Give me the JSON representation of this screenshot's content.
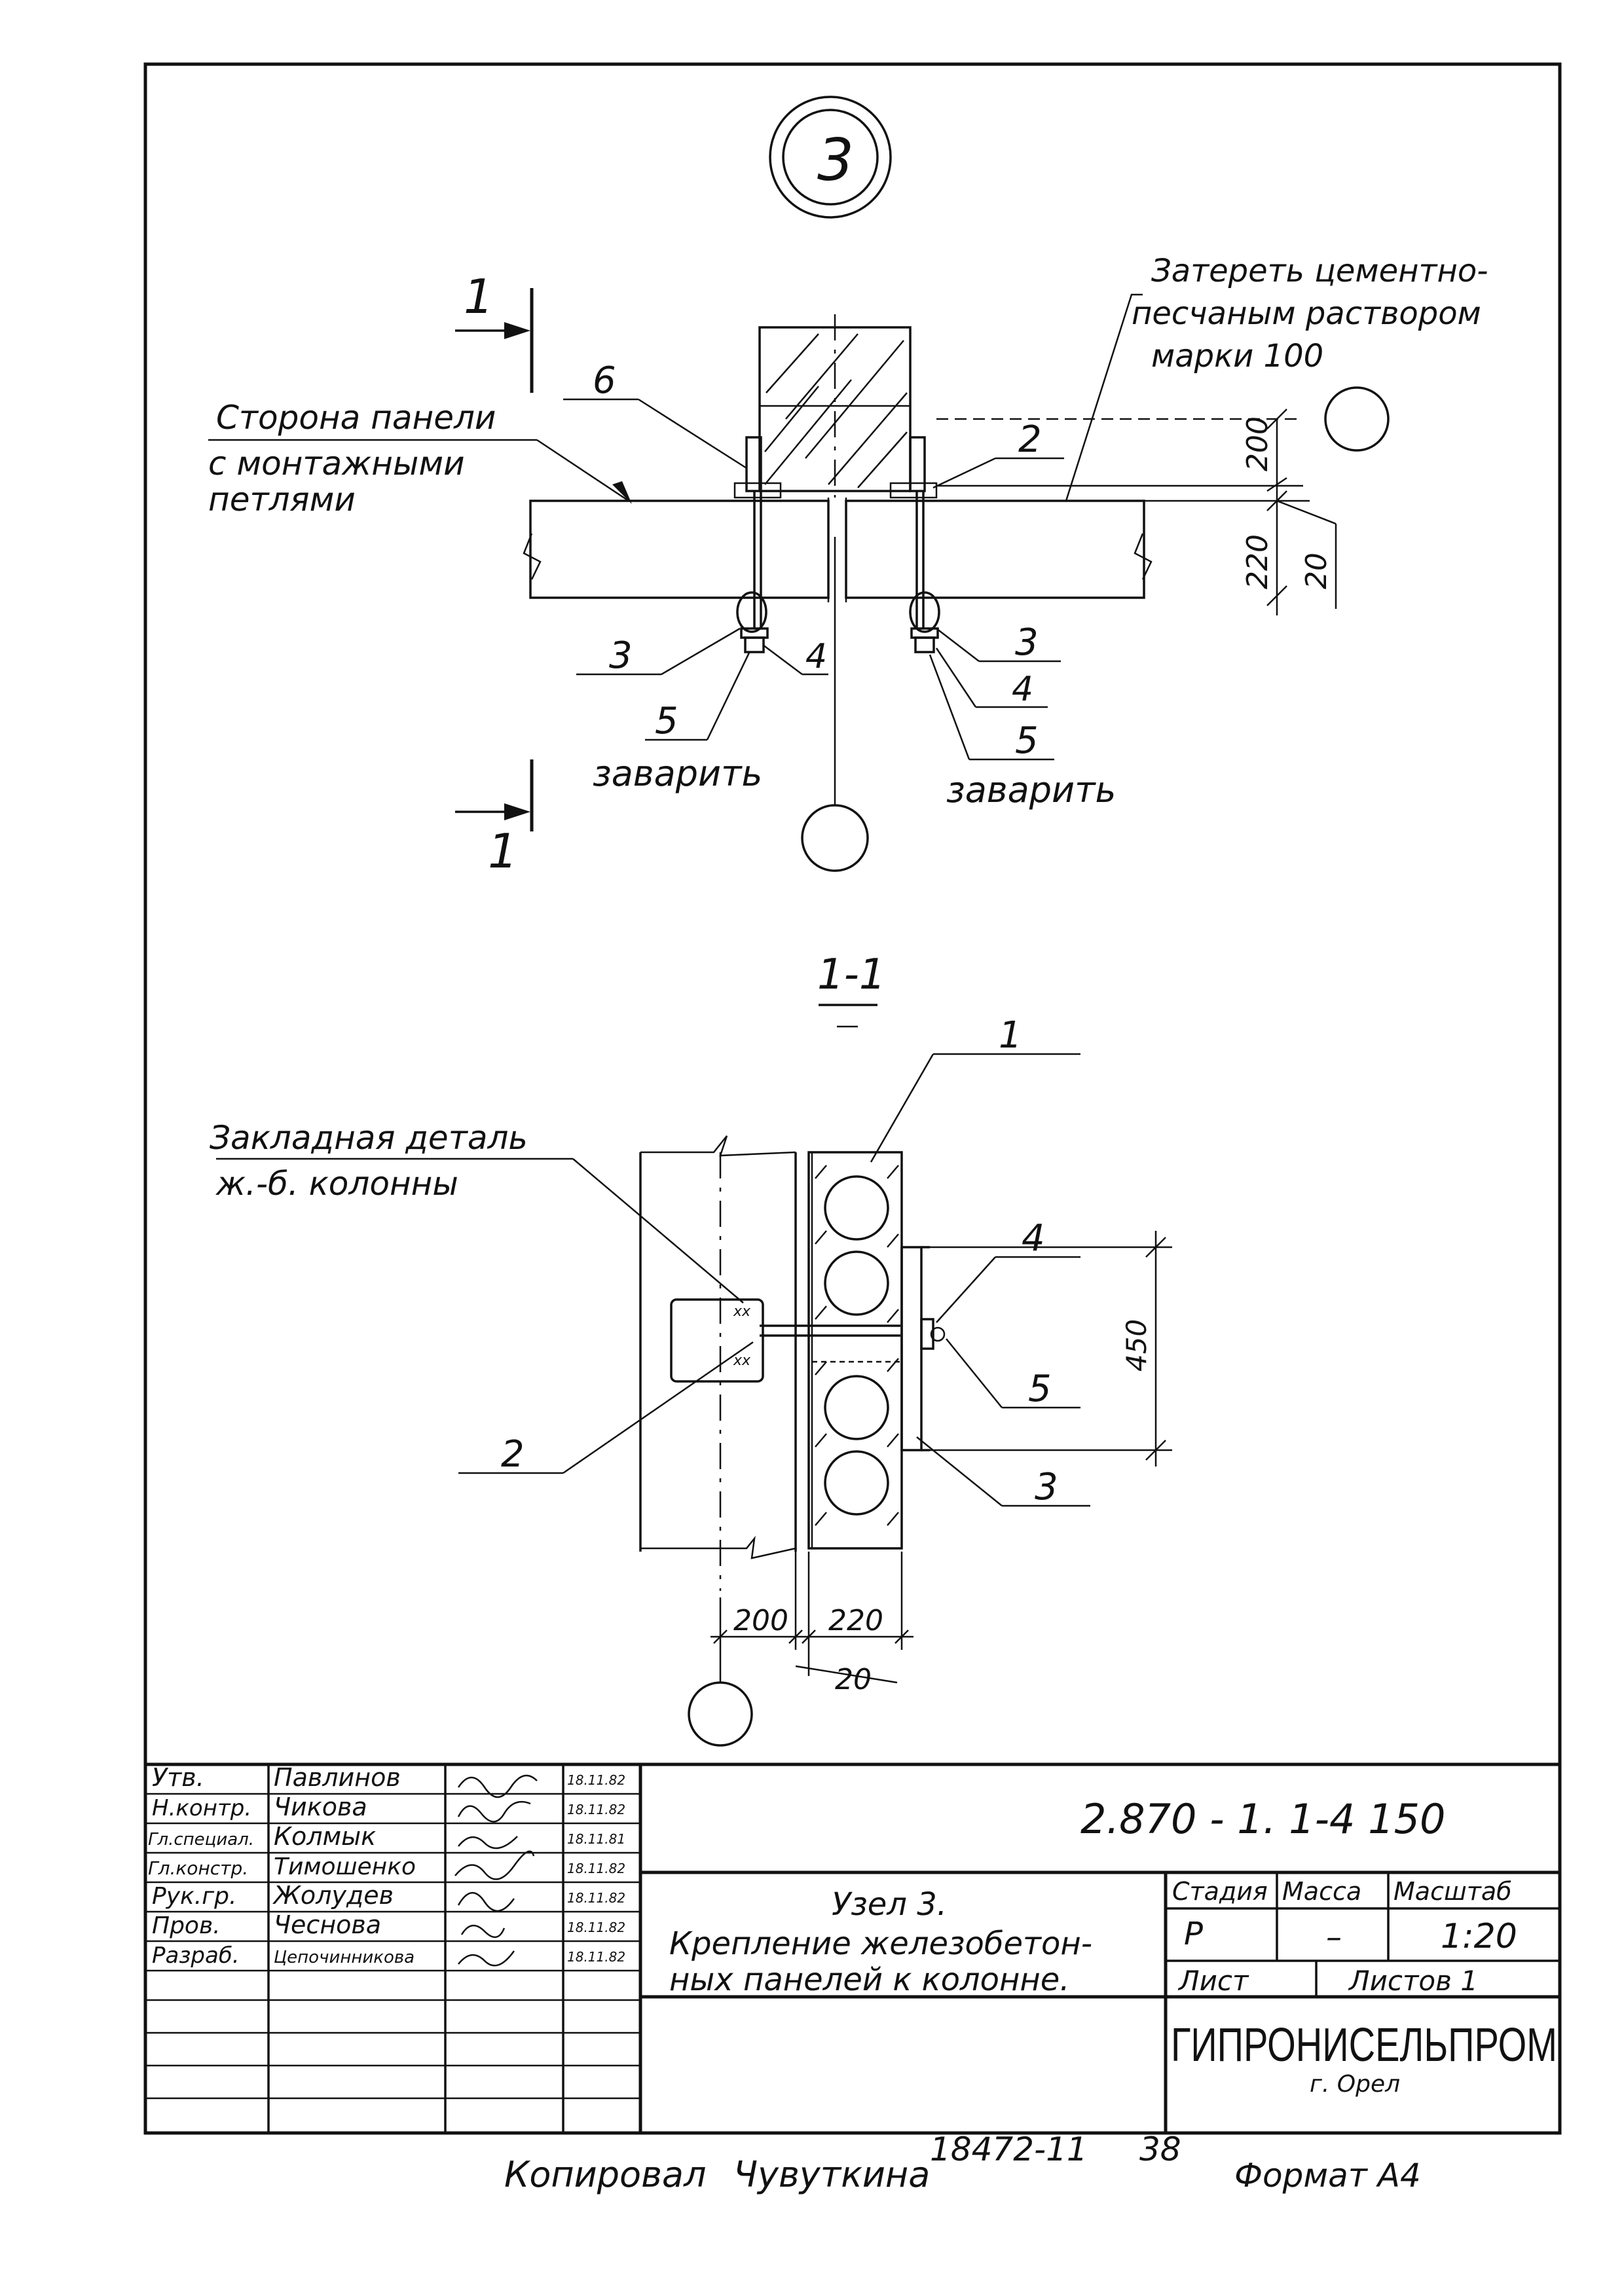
{
  "node_number": "3",
  "plan": {
    "cut_mark": "1",
    "note_plaster": [
      "Затереть цементно-",
      "песчаным раствором",
      "марки 100"
    ],
    "panel_side": [
      "Сторона панели",
      "с монтажными",
      "петлями"
    ],
    "dim_200": "200",
    "dim_220": "220",
    "dim_20": "20",
    "callouts": {
      "p2": "2",
      "p3_left": "3",
      "p3_right": "3",
      "p4_left": "4",
      "p4_right": "4",
      "p5_left": "5",
      "p5_right": "5",
      "p6": "6"
    },
    "weld_left": "заварить",
    "weld_right": "заварить"
  },
  "section": {
    "title": "1-1",
    "embedded_part": [
      "Закладная деталь",
      "ж.-б. колонны"
    ],
    "dim_450": "450",
    "dim_200": "200",
    "dim_220": "220",
    "dim_20": "20",
    "callouts": {
      "p1": "1",
      "p2": "2",
      "p3": "3",
      "p4": "4",
      "p5": "5"
    }
  },
  "title_block": {
    "rows": [
      {
        "role": "Утв.",
        "name": "Павлинов",
        "date": "18.11.82"
      },
      {
        "role": "Н.контр.",
        "name": "Чикова",
        "date": "18.11.82"
      },
      {
        "role": "Гл.специал.",
        "name": "Колмык",
        "date": "18.11.81"
      },
      {
        "role": "Гл.констр.",
        "name": "Тимошенко",
        "date": "18.11.82"
      },
      {
        "role": "Рук.гр.",
        "name": "Жолудев",
        "date": "18.11.82"
      },
      {
        "role": "Пров.",
        "name": "Чеснова",
        "date": "18.11.82"
      },
      {
        "role": "Разраб.",
        "name": "Цепочинникова",
        "date": "18.11.82"
      }
    ],
    "doc_code": "2.870 - 1.  1-4  150",
    "title": [
      "Узел 3.",
      "Крепление железобетон-",
      "ных панелей к колонне."
    ],
    "stage_label": "Стадия",
    "mass_label": "Масса",
    "scale_label": "Масштаб",
    "stage": "Р",
    "mass": "–",
    "scale": "1:20",
    "sheet_label": "Лист",
    "sheets_label": "Листов 1",
    "org": "ГИПРОНИСЕЛЬПРОМ",
    "city": "г. Орел"
  },
  "footer": {
    "copied": "Копировал",
    "copier": "Чувуткина",
    "number": "18472-11",
    "page": "38",
    "format": "Формат А4"
  }
}
